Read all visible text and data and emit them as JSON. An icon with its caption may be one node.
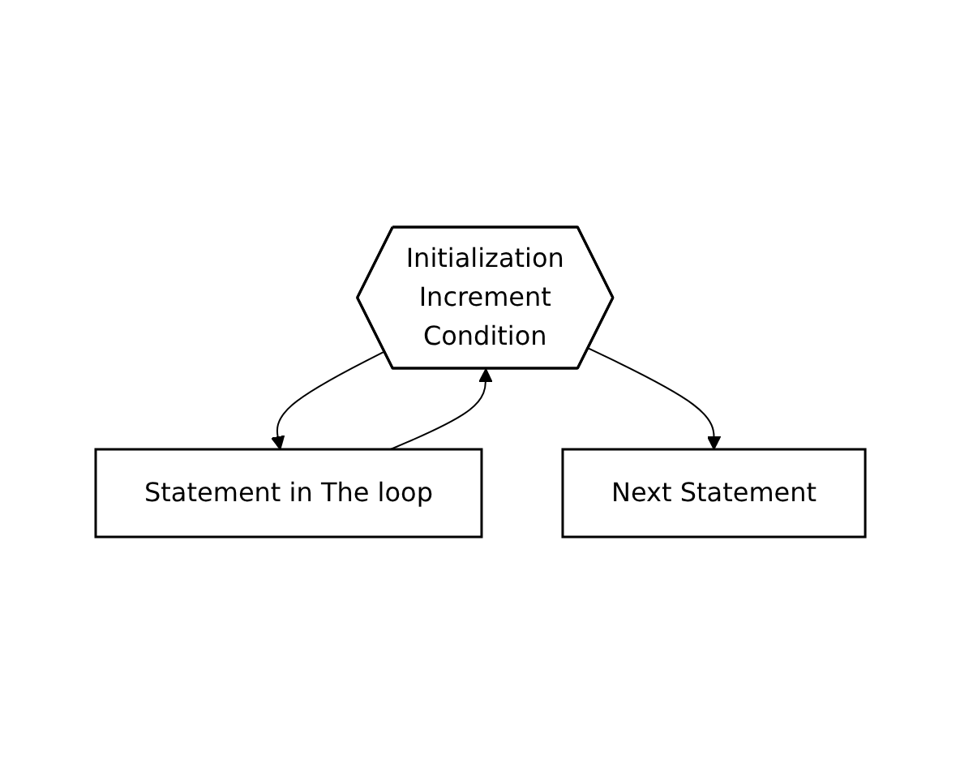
{
  "diagram": {
    "nodes": [
      {
        "text": [
          "Initialization",
          "Increment",
          "Condition"
        ]
      },
      {
        "text": [
          "Statement in The loop"
        ]
      },
      {
        "text": [
          "Next Statement"
        ]
      }
    ],
    "edges": [
      {
        "from": 0,
        "to": 1,
        "arrow": "to"
      },
      {
        "from": 1,
        "to": 0,
        "arrow": "to"
      },
      {
        "from": 0,
        "to": 2,
        "arrow": "to"
      }
    ]
  }
}
